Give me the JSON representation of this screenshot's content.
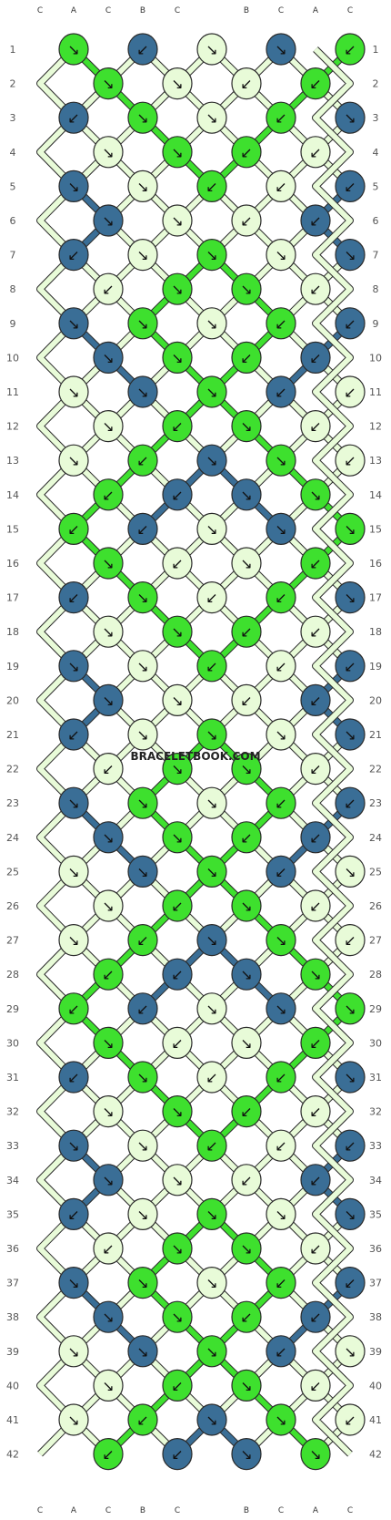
{
  "watermark": "BRACELETBOOK.COM",
  "colors": {
    "C": "#e8fbd8",
    "A": "#3ee02e",
    "B": "#3a6e96",
    "knot_stroke": "#2a2a2a"
  },
  "strands_top": [
    "C",
    "A",
    "C",
    "B",
    "C",
    "B",
    "C",
    "A",
    "C"
  ],
  "strands_bottom": [
    "C",
    "A",
    "C",
    "B",
    "C",
    "B",
    "C",
    "A",
    "C"
  ],
  "row_numbers": [
    1,
    2,
    3,
    4,
    5,
    6,
    7,
    8,
    9,
    10,
    11,
    12,
    13,
    14,
    15,
    16,
    17,
    18,
    19,
    20,
    21,
    22,
    23,
    24,
    25,
    26,
    27,
    28,
    29,
    30,
    31,
    32,
    33,
    34,
    35,
    36,
    37,
    38,
    39,
    40,
    41,
    42
  ],
  "knot_rows": [
    [
      "A",
      "B",
      "C",
      "B",
      "A"
    ],
    [
      "A",
      "C",
      "C",
      "A"
    ],
    [
      "B",
      "A",
      "C",
      "A",
      "B"
    ],
    [
      "C",
      "A",
      "A",
      "C"
    ],
    [
      "B",
      "C",
      "A",
      "C",
      "B"
    ],
    [
      "B",
      "C",
      "C",
      "B"
    ],
    [
      "B",
      "C",
      "A",
      "C",
      "B"
    ],
    [
      "C",
      "A",
      "A",
      "C"
    ],
    [
      "B",
      "A",
      "C",
      "A",
      "B"
    ],
    [
      "B",
      "A",
      "A",
      "B"
    ],
    [
      "C",
      "B",
      "A",
      "B",
      "C"
    ],
    [
      "C",
      "A",
      "A",
      "C"
    ],
    [
      "C",
      "A",
      "B",
      "A",
      "C"
    ],
    [
      "A",
      "B",
      "B",
      "A"
    ],
    [
      "A",
      "B",
      "C",
      "B",
      "A"
    ],
    [
      "A",
      "C",
      "C",
      "A"
    ],
    [
      "B",
      "A",
      "C",
      "A",
      "B"
    ],
    [
      "C",
      "A",
      "A",
      "C"
    ],
    [
      "B",
      "C",
      "A",
      "C",
      "B"
    ],
    [
      "B",
      "C",
      "C",
      "B"
    ],
    [
      "B",
      "C",
      "A",
      "C",
      "B"
    ],
    [
      "C",
      "A",
      "A",
      "C"
    ],
    [
      "B",
      "A",
      "C",
      "A",
      "B"
    ],
    [
      "B",
      "A",
      "A",
      "B"
    ],
    [
      "C",
      "B",
      "A",
      "B",
      "C"
    ],
    [
      "C",
      "A",
      "A",
      "C"
    ],
    [
      "C",
      "A",
      "B",
      "A",
      "C"
    ],
    [
      "A",
      "B",
      "B",
      "A"
    ],
    [
      "A",
      "B",
      "C",
      "B",
      "A"
    ],
    [
      "A",
      "C",
      "C",
      "A"
    ],
    [
      "B",
      "A",
      "C",
      "A",
      "B"
    ],
    [
      "C",
      "A",
      "A",
      "C"
    ],
    [
      "B",
      "C",
      "A",
      "C",
      "B"
    ],
    [
      "B",
      "C",
      "C",
      "B"
    ],
    [
      "B",
      "C",
      "A",
      "C",
      "B"
    ],
    [
      "C",
      "A",
      "A",
      "C"
    ],
    [
      "B",
      "A",
      "C",
      "A",
      "B"
    ],
    [
      "B",
      "A",
      "A",
      "B"
    ],
    [
      "C",
      "B",
      "A",
      "B",
      "C"
    ],
    [
      "C",
      "A",
      "A",
      "C"
    ],
    [
      "C",
      "A",
      "B",
      "A",
      "C"
    ],
    [
      "A",
      "B",
      "B",
      "A"
    ]
  ],
  "arrow_rows": [
    [
      "↘",
      "↙",
      "↘",
      "↘",
      "↙"
    ],
    [
      "↘",
      "↘",
      "↙",
      "↙"
    ],
    [
      "↙",
      "↘",
      "↘",
      "↙",
      "↘"
    ],
    [
      "↘",
      "↘",
      "↙",
      "↙"
    ],
    [
      "↘",
      "↘",
      "↙",
      "↙",
      "↙"
    ],
    [
      "↘",
      "↘",
      "↙",
      "↙"
    ],
    [
      "↙",
      "↘",
      "↘",
      "↘",
      "↘"
    ],
    [
      "↙",
      "↘",
      "↘",
      "↙"
    ],
    [
      "↘",
      "↘",
      "↘",
      "↙",
      "↙"
    ],
    [
      "↘",
      "↘",
      "↙",
      "↙"
    ],
    [
      "↘",
      "↘",
      "↘",
      "↙",
      "↙"
    ],
    [
      "↘",
      "↙",
      "↘",
      "↙"
    ],
    [
      "↘",
      "↙",
      "↘",
      "↘",
      "↙"
    ],
    [
      "↙",
      "↙",
      "↘",
      "↘"
    ],
    [
      "↙",
      "↙",
      "↘",
      "↘",
      "↘"
    ],
    [
      "↘",
      "↙",
      "↘",
      "↙"
    ],
    [
      "↙",
      "↘",
      "↙",
      "↙",
      "↘"
    ],
    [
      "↘",
      "↘",
      "↙",
      "↙"
    ],
    [
      "↘",
      "↘",
      "↙",
      "↙",
      "↙"
    ],
    [
      "↘",
      "↘",
      "↙",
      "↙"
    ],
    [
      "↙",
      "↘",
      "↘",
      "↘",
      "↘"
    ],
    [
      "↙",
      "↘",
      "↘",
      "↙"
    ],
    [
      "↘",
      "↘",
      "↘",
      "↙",
      "↙"
    ],
    [
      "↘",
      "↘",
      "↙",
      "↙"
    ],
    [
      "↘",
      "↘",
      "↘",
      "↙",
      "↘"
    ],
    [
      "↘",
      "↙",
      "↘",
      "↙"
    ],
    [
      "↘",
      "↙",
      "↘",
      "↘",
      "↙"
    ],
    [
      "↙",
      "↙",
      "↘",
      "↘"
    ],
    [
      "↙",
      "↙",
      "↘",
      "↘",
      "↘"
    ],
    [
      "↘",
      "↙",
      "↘",
      "↙"
    ],
    [
      "↙",
      "↘",
      "↙",
      "↙",
      "↘"
    ],
    [
      "↘",
      "↘",
      "↙",
      "↙"
    ],
    [
      "↘",
      "↘",
      "↙",
      "↙",
      "↙"
    ],
    [
      "↘",
      "↘",
      "↙",
      "↙"
    ],
    [
      "↙",
      "↘",
      "↘",
      "↘",
      "↘"
    ],
    [
      "↙",
      "↘",
      "↘",
      "↙"
    ],
    [
      "↘",
      "↘",
      "↘",
      "↙",
      "↙"
    ],
    [
      "↘",
      "↘",
      "↙",
      "↙"
    ],
    [
      "↘",
      "↘",
      "↘",
      "↙",
      "↘"
    ],
    [
      "↘",
      "↙",
      "↘",
      "↙"
    ],
    [
      "↘",
      "↙",
      "↘",
      "↘",
      "↙"
    ],
    [
      "↙",
      "↙",
      "↘",
      "↘"
    ]
  ]
}
